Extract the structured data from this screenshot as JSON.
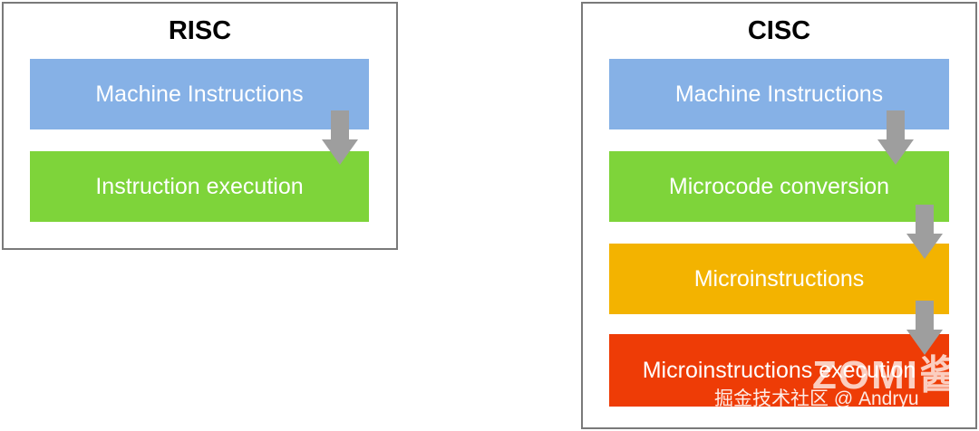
{
  "risc": {
    "title": "RISC",
    "steps": [
      {
        "label": "Machine Instructions",
        "color": "#86b1e6"
      },
      {
        "label": "Instruction execution",
        "color": "#7ed43a"
      }
    ]
  },
  "cisc": {
    "title": "CISC",
    "steps": [
      {
        "label": "Machine Instructions",
        "color": "#86b1e6"
      },
      {
        "label": "Microcode conversion",
        "color": "#7ed43a"
      },
      {
        "label": "Microinstructions",
        "color": "#f3b300"
      },
      {
        "label": "Microinstructions execution",
        "color": "#ee3c06"
      }
    ]
  },
  "arrow_color": "#9e9e9e",
  "watermark": {
    "logo_text": "ZOMI酱",
    "credit": "掘金技术社区 @ Andryu"
  }
}
